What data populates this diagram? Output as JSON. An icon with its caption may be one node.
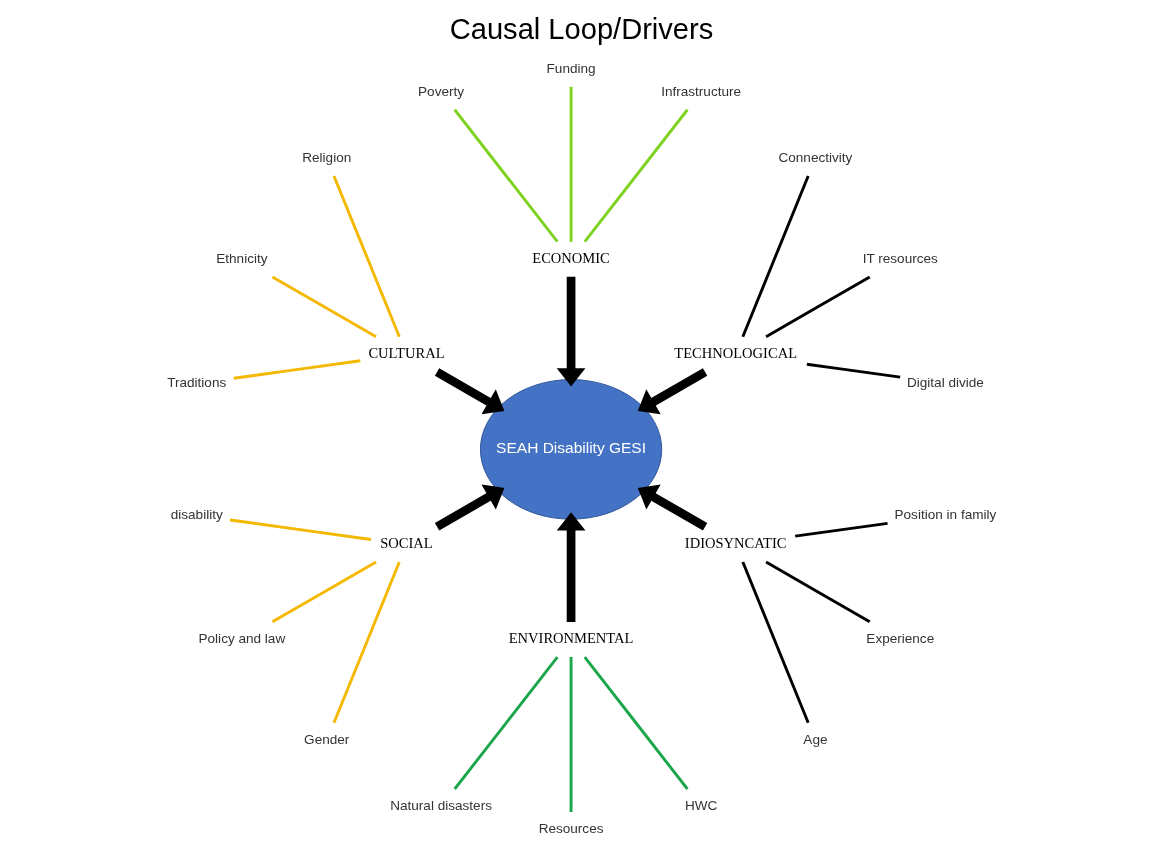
{
  "diagram": {
    "title": "Causal Loop/Drivers",
    "nodes": [
      {
        "text": [
          "Digital divide"
        ]
      },
      {
        "text": [
          "IT resources"
        ]
      },
      {
        "text": [
          "Infrastructure"
        ]
      },
      {
        "text": [
          "Funding"
        ]
      },
      {
        "text": [
          "Connectivity"
        ]
      },
      {
        "text": [
          "Poverty"
        ]
      },
      {
        "text": [
          "TECHNOLOGICAL"
        ]
      },
      {
        "text": [
          "ECONOMIC"
        ]
      },
      {
        "text": [
          "Religion"
        ]
      },
      {
        "text": [
          "disability"
        ]
      },
      {
        "text": [
          "Ethnicity"
        ]
      },
      {
        "text": [
          "Policy and law"
        ]
      },
      {
        "text": [
          "SEAH Disability GESI"
        ]
      },
      {
        "text": [
          "CULTURAL"
        ]
      },
      {
        "text": [
          "SOCIAL"
        ]
      },
      {
        "text": [
          "Gender"
        ]
      },
      {
        "text": [
          "Traditions"
        ]
      },
      {
        "text": [
          "ENVIRONMENTAL"
        ]
      },
      {
        "text": [
          "IDIOSYNCATIC"
        ]
      },
      {
        "text": [
          "Natural disasters"
        ]
      },
      {
        "text": [
          "Age"
        ]
      },
      {
        "text": [
          "Experience"
        ]
      },
      {
        "text": [
          "Resources"
        ]
      },
      {
        "text": [
          "HWC"
        ]
      },
      {
        "text": [
          "Position in family"
        ]
      }
    ],
    "edges": [
      {
        "from": 4,
        "to": 6,
        "arrow": "none"
      },
      {
        "from": 0,
        "to": 6,
        "arrow": "none"
      },
      {
        "from": 1,
        "to": 6,
        "arrow": "none"
      },
      {
        "from": 2,
        "to": 7,
        "arrow": "none",
        "color": "#7ed321"
      },
      {
        "from": 3,
        "to": 7,
        "arrow": "none",
        "color": "#7ed321"
      },
      {
        "from": 5,
        "to": 7,
        "arrow": "none",
        "color": "#7ed321"
      },
      {
        "from": 8,
        "to": 13,
        "arrow": "none",
        "color": "#f5b800"
      },
      {
        "from": 10,
        "to": 13,
        "arrow": "none",
        "color": "#f5b800"
      },
      {
        "from": 16,
        "to": 13,
        "arrow": "none",
        "color": "#f5b800"
      },
      {
        "from": 9,
        "to": 14,
        "arrow": "none",
        "color": "#f5b800"
      },
      {
        "from": 11,
        "to": 14,
        "arrow": "none",
        "color": "#f5b800"
      },
      {
        "from": 15,
        "to": 14,
        "arrow": "none",
        "color": "#f5b800"
      },
      {
        "from": 19,
        "to": 17,
        "arrow": "none",
        "color": "#1aa64a"
      },
      {
        "from": 22,
        "to": 17,
        "arrow": "none",
        "color": "#1aa64a"
      },
      {
        "from": 23,
        "to": 17,
        "arrow": "none",
        "color": "#1aa64a"
      },
      {
        "from": 21,
        "to": 18,
        "arrow": "none"
      },
      {
        "from": 24,
        "to": 18,
        "arrow": "none"
      },
      {
        "from": 20,
        "to": 18,
        "arrow": "none"
      },
      {
        "from": 6,
        "to": 12,
        "arrow": "to",
        "style": "thick"
      },
      {
        "from": 7,
        "to": 12,
        "arrow": "to",
        "style": "thick"
      },
      {
        "from": 13,
        "to": 12,
        "arrow": "to",
        "style": "thick"
      },
      {
        "from": 14,
        "to": 12,
        "arrow": "to",
        "style": "thick"
      },
      {
        "from": 17,
        "to": 12,
        "arrow": "to",
        "style": "thick"
      },
      {
        "from": 18,
        "to": 12,
        "arrow": "to",
        "style": "thick"
      }
    ]
  }
}
